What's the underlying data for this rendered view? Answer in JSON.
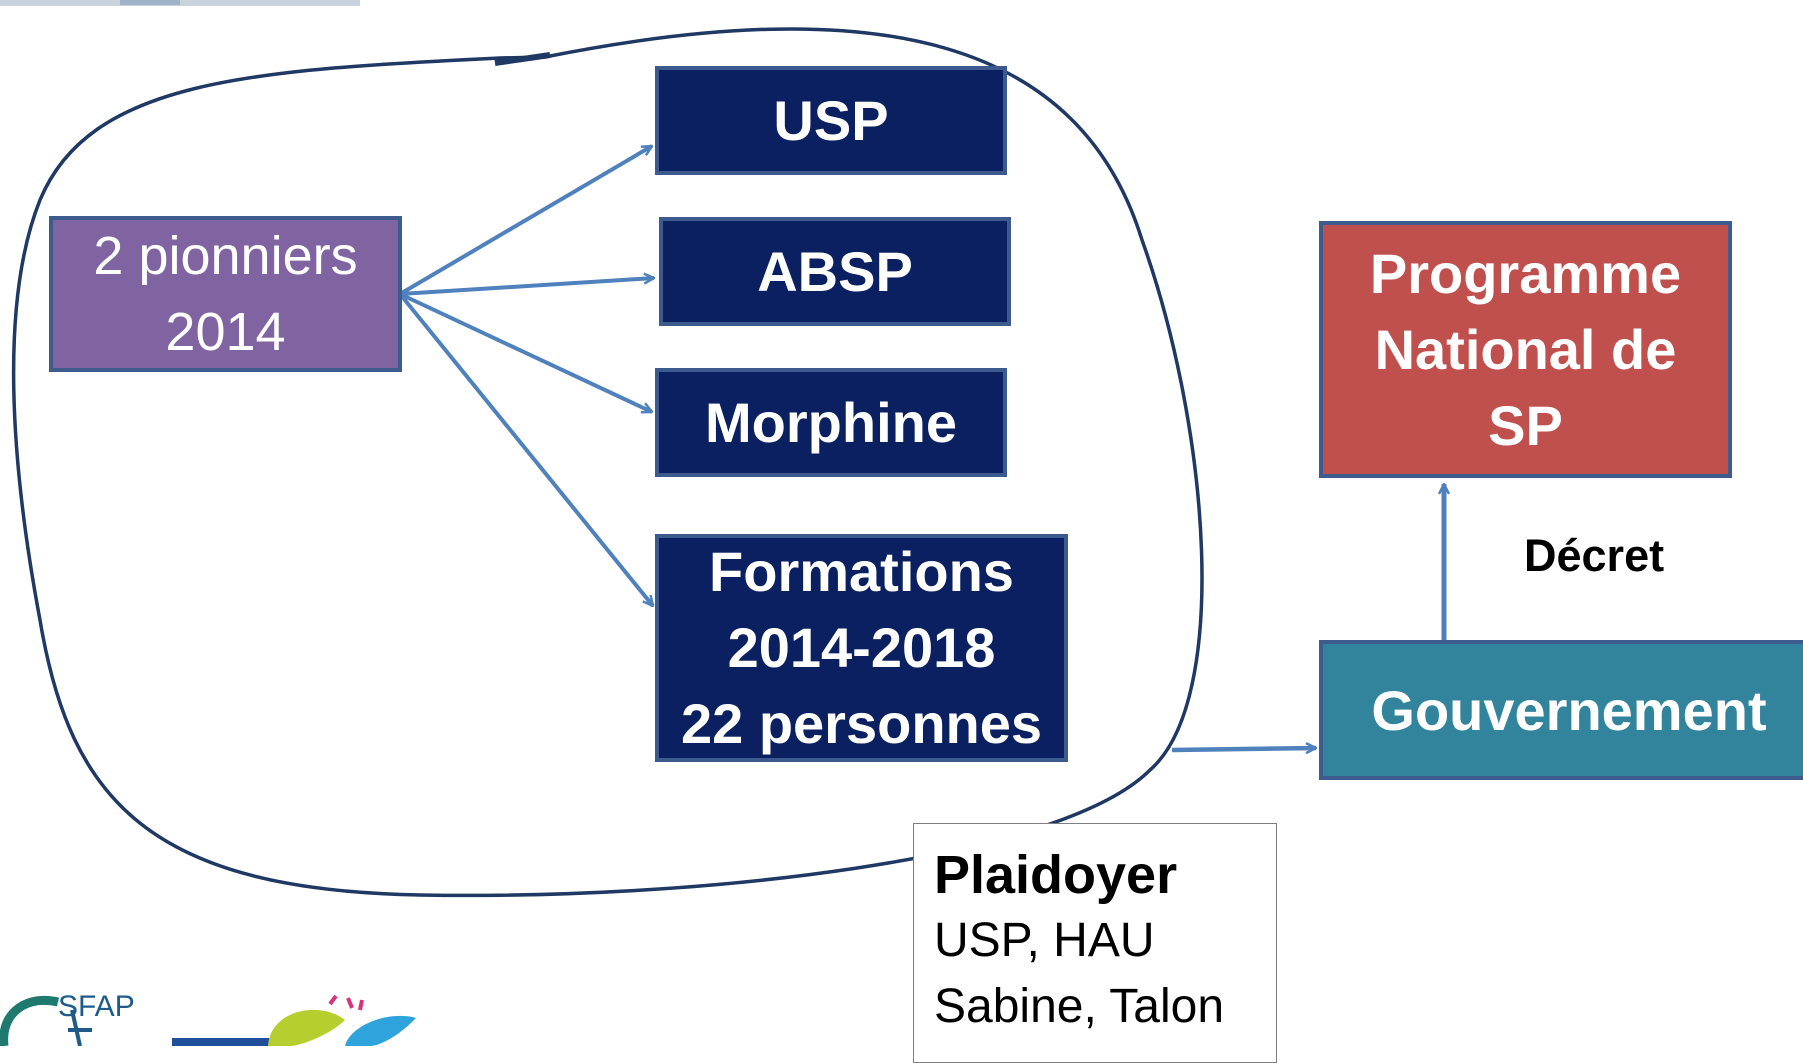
{
  "nodes": {
    "pioneers": [
      "2 pionniers",
      "2014"
    ],
    "usp": "USP",
    "absp": "ABSP",
    "morphine": "Morphine",
    "formations": [
      "Formations",
      "2014-2018",
      "22 personnes"
    ],
    "programme": [
      "Programme",
      "National de",
      "SP"
    ],
    "gouvernement": "Gouvernement"
  },
  "edge_labels": {
    "decret": "Décret"
  },
  "plaidoyer": {
    "title": "Plaidoyer",
    "lines": [
      "USP, HAU",
      "Sabine, Talon"
    ]
  },
  "logos": {
    "sfap": "SFAP"
  },
  "colors": {
    "navy": "#0b2060",
    "purple": "#8064a2",
    "red": "#c0504d",
    "teal": "#31849b",
    "arrow": "#4f81bd",
    "outline": "#1f3864"
  }
}
